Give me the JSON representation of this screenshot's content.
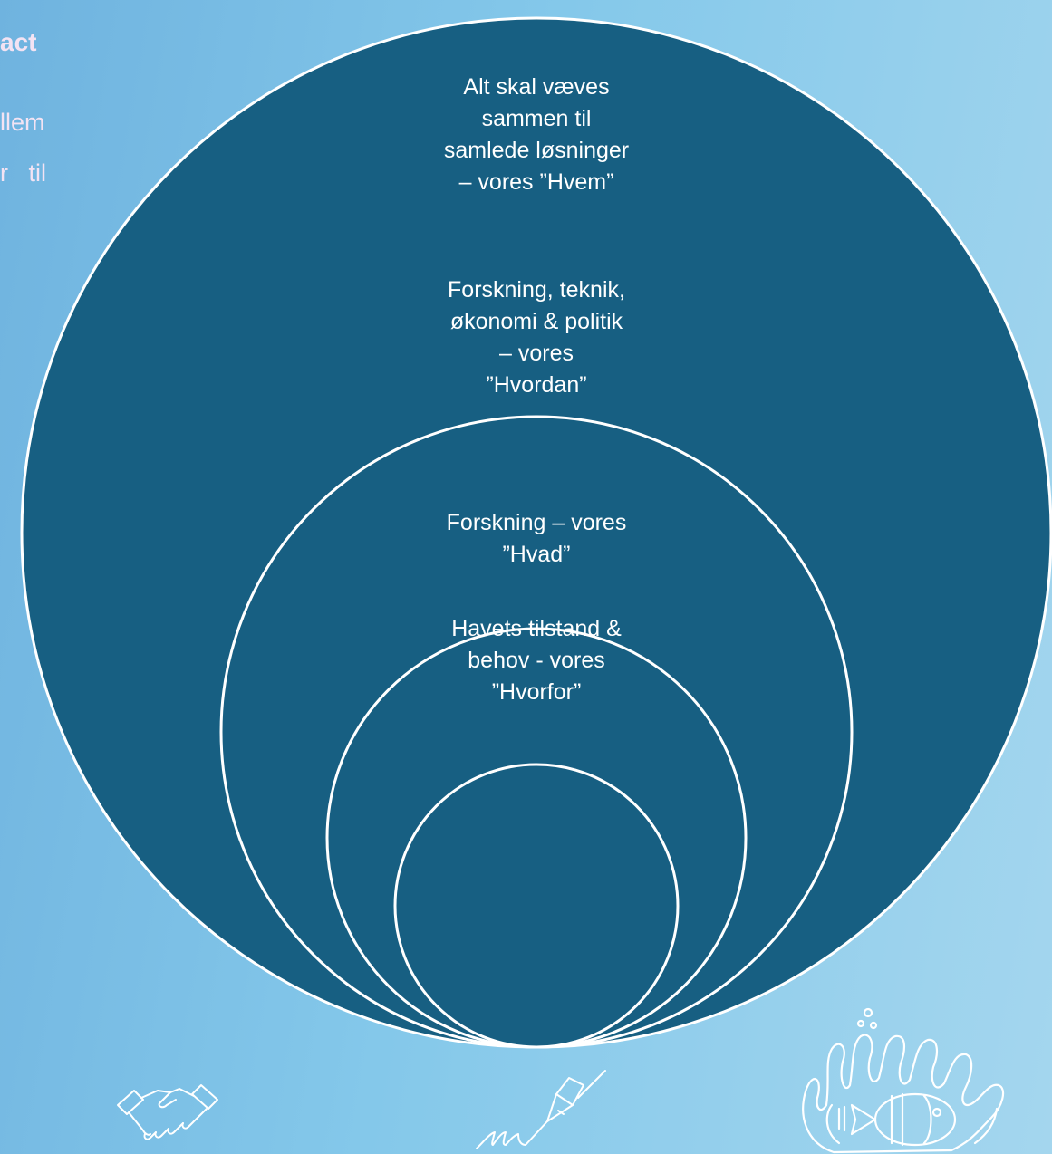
{
  "background_text": {
    "title_fragment": "act",
    "line_1": "llem",
    "line_2": "r   til"
  },
  "diagram": {
    "rings": [
      {
        "label_lines": [
          "Alt skal væves",
          "sammen til",
          "samlede løsninger",
          "– vores  ”Hvem”"
        ]
      },
      {
        "label_lines": [
          "Forskning, teknik,",
          "økonomi & politik",
          "– vores",
          "”Hvordan”"
        ]
      },
      {
        "label_lines": [
          "Forskning – vores",
          "”Hvad”"
        ]
      },
      {
        "label_lines": [
          "Havets tilstand &",
          "behov - vores",
          "”Hvorfor”"
        ]
      }
    ],
    "colors": {
      "fill": "#175f82",
      "stroke": "#ffffff",
      "text": "#ffffff"
    }
  },
  "icons": [
    "handshake-icon",
    "fountain-pen-signature-icon",
    "coral-fish-icon"
  ]
}
